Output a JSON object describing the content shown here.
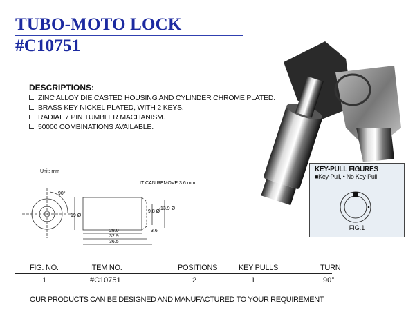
{
  "header": {
    "title": "TUBO-MOTO LOCK",
    "model": "#C10751"
  },
  "descriptions": {
    "heading": "DESCRIPTIONS:",
    "items": [
      "ZINC ALLOY DIE CASTED HOUSING AND CYLINDER CHROME PLATED.",
      "BRASS KEY NICKEL PLATED, WITH 2 KEYS.",
      "RADIAL 7 PIN TUMBLER MACHANISM.",
      "50000 COMBINATIONS AVAILABLE."
    ]
  },
  "drawing": {
    "unit": "Unit: mm",
    "angle": "90°",
    "note": "IT CAN REMOVE 3.6 mm",
    "dims": {
      "d19": "19 Ø",
      "d98": "9.8 Ø",
      "d139": "13.9 Ø",
      "l280": "28.0",
      "l329": "32.9",
      "l365": "36.5",
      "l36": "3.6"
    }
  },
  "key_pull": {
    "heading": "KEY-PULL FIGURES",
    "legend": "■Key-Pull,  • No Key-Pull",
    "fig": "FIG.1"
  },
  "table": {
    "headers": [
      "FIG. NO.",
      "ITEM NO.",
      "POSITIONS",
      "KEY PULLS",
      "TURN"
    ],
    "row": [
      "1",
      "#C10751",
      "2",
      "1",
      "90°"
    ]
  },
  "footer": "OUR PRODUCTS CAN BE DESIGNED AND MANUFACTURED TO YOUR REQUIREMENT",
  "colors": {
    "title": "#1c2aa0"
  }
}
